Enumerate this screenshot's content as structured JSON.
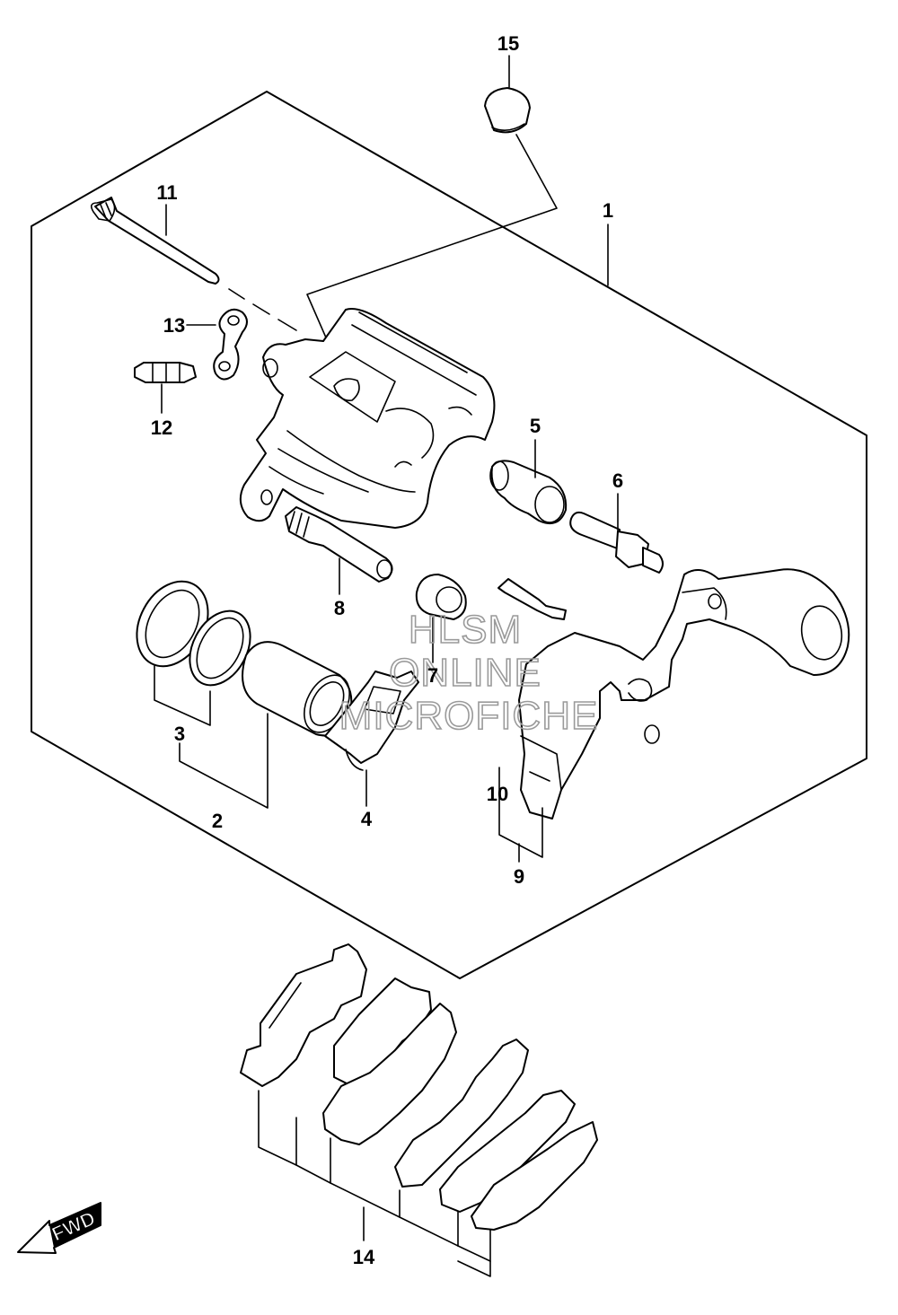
{
  "callouts": {
    "c1": "1",
    "c2": "2",
    "c3": "3",
    "c4": "4",
    "c5": "5",
    "c6": "6",
    "c7": "7",
    "c8": "8",
    "c9": "9",
    "c10": "10",
    "c11": "11",
    "c12": "12",
    "c13": "13",
    "c14": "14",
    "c15": "15"
  },
  "watermark": {
    "line1": "HLSM",
    "line2": "ONLINE",
    "line3": "MICROFICHE"
  },
  "direction": {
    "label": "FWD",
    "icon": "arrow-forward-icon"
  },
  "colors": {
    "line": "#000000",
    "background": "#ffffff",
    "watermark": "#9a9a9a"
  }
}
